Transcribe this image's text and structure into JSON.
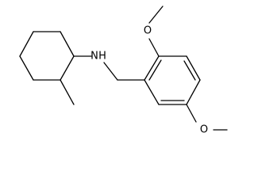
{
  "structure": {
    "type": "skeletal-formula",
    "line_color": "#000000",
    "background": "#ffffff",
    "atom_labels": {
      "amine_n": "N",
      "amine_h": "H",
      "methoxy_top_o": "O",
      "methoxy_bottom_o": "O"
    }
  }
}
